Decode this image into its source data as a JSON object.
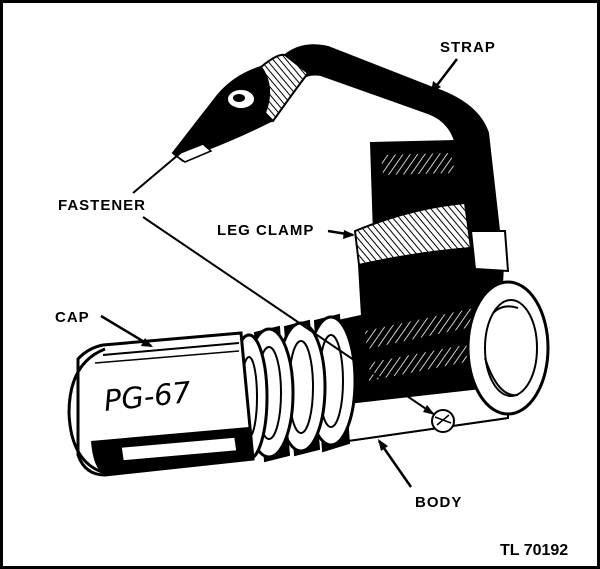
{
  "labels": {
    "strap": "STRAP",
    "fastener": "FASTENER",
    "leg_clamp": "LEG CLAMP",
    "cap": "CAP",
    "body": "BODY"
  },
  "marking": "PG-67",
  "figure_id": "TL 70192",
  "colors": {
    "ink": "#000000",
    "paper": "#ffffff"
  }
}
